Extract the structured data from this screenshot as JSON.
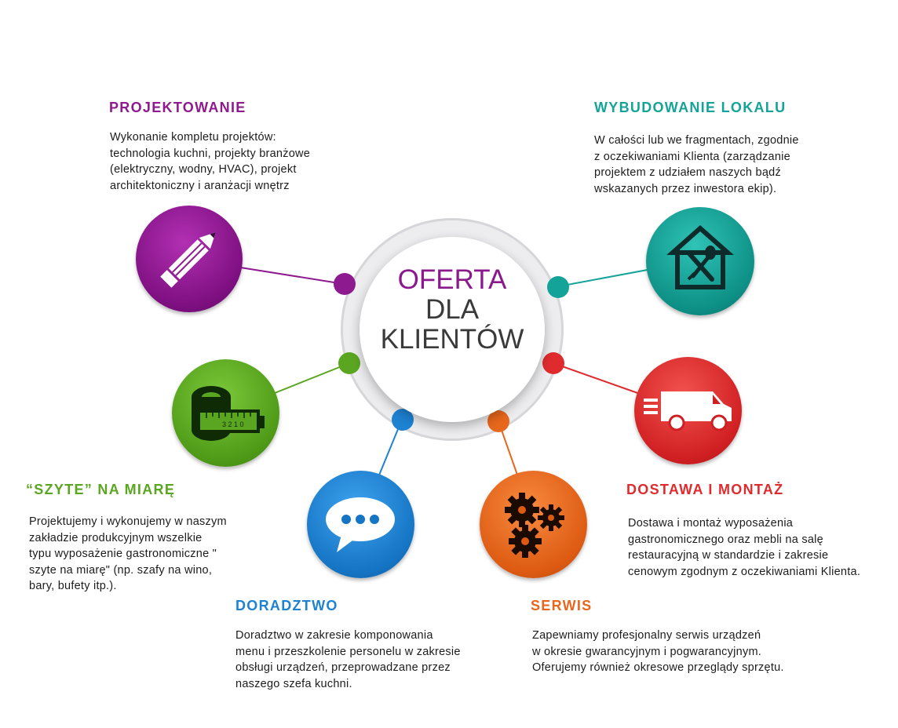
{
  "center": {
    "line1": "OFERTA",
    "line2": "DLA",
    "line3": "KLIENTÓW"
  },
  "colors": {
    "purple": "#8e1a8f",
    "teal": "#14a398",
    "green": "#5ba621",
    "blue": "#1d82d2",
    "orange": "#e7671d",
    "red": "#df2b2e"
  },
  "sections": {
    "projektowanie": {
      "title": "PROJEKTOWANIE",
      "icon": "pencil-icon",
      "lines": [
        "Wykonanie kompletu projektów:",
        "technologia kuchni, projekty branżowe",
        "(elektryczny, wodny, HVAC), projekt",
        "architektoniczny i aranżacji wnętrz"
      ]
    },
    "wybudowanie": {
      "title": "WYBUDOWANIE LOKALU",
      "icon": "restaurant-building-icon",
      "lines": [
        "W całości lub we fragmentach, zgodnie",
        "z oczekiwaniami Klienta (zarządzanie",
        "projektem z udziałem naszych bądź",
        "wskazanych przez inwestora ekip)."
      ]
    },
    "szyte": {
      "title": "“SZYTE” NA MIARĘ",
      "icon": "measuring-tape-icon",
      "tape_digits": "3 2 1 0",
      "lines": [
        "Projektujemy i wykonujemy w naszym",
        "zakładzie produkcyjnym wszelkie",
        "typu wyposażenie gastronomiczne \"",
        "szyte na miarę\" (np. szafy na wino,",
        "bary, bufety itp.)."
      ]
    },
    "dostawa": {
      "title": "DOSTAWA I MONTAŻ",
      "icon": "delivery-van-icon",
      "lines": [
        "Dostawa i montaż wyposażenia",
        "gastronomicznego oraz mebli na salę",
        "restauracyjną w standardzie i zakresie",
        "cenowym zgodnym z oczekiwaniami Klienta."
      ]
    },
    "doradztwo": {
      "title": "DORADZTWO",
      "icon": "speech-bubble-icon",
      "lines": [
        "Doradztwo w zakresie komponowania",
        "menu i przeszkolenie personelu w zakresie",
        "obsługi urządzeń, przeprowadzane przez",
        "naszego szefa kuchni."
      ]
    },
    "serwis": {
      "title": "SERWIS",
      "icon": "gears-icon",
      "lines": [
        "Zapewniamy profesjonalny serwis urządzeń",
        "w okresie gwarancyjnym i pogwarancyjnym.",
        "Oferujemy również okresowe przeglądy sprzętu."
      ]
    }
  }
}
